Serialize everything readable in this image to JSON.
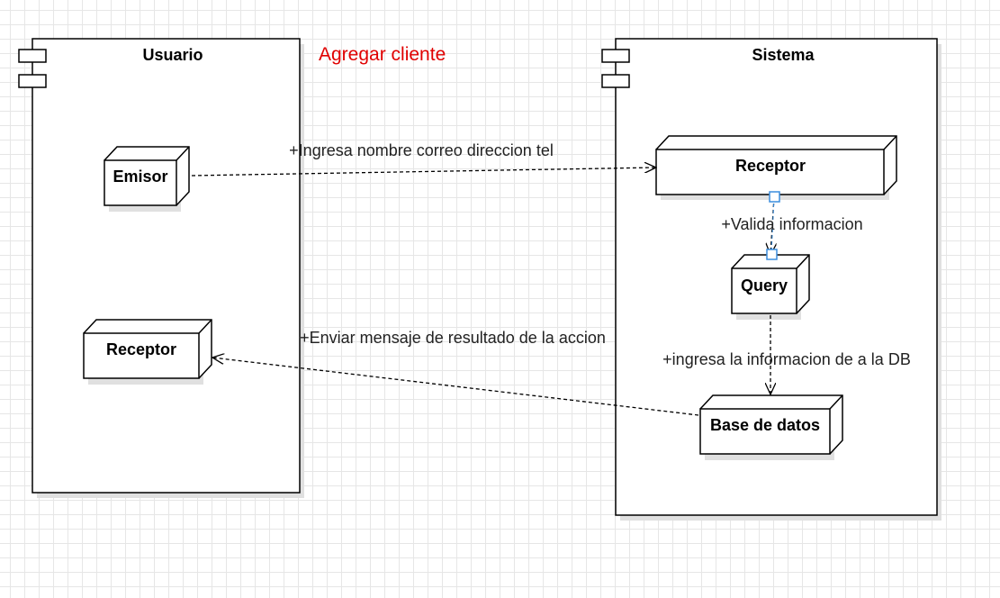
{
  "diagram_title": "Agregar cliente",
  "colors": {
    "title": "#e00000",
    "line": "#000000",
    "selection": "#3b8edd",
    "grid": "#e6e6e6"
  },
  "components": {
    "usuario": {
      "name": "Usuario"
    },
    "sistema": {
      "name": "Sistema"
    }
  },
  "nodes": {
    "emisor": "Emisor",
    "receptor_usuario": "Receptor",
    "receptor_sistema": "Receptor",
    "query": "Query",
    "base_datos": "Base de datos"
  },
  "messages": {
    "ingresa": "+Ingresa nombre correo direccion tel",
    "valida": "+Valida informacion",
    "ingresa_db": "+ingresa la informacion de a la DB",
    "enviar": "+Enviar mensaje de resultado de la accion"
  }
}
